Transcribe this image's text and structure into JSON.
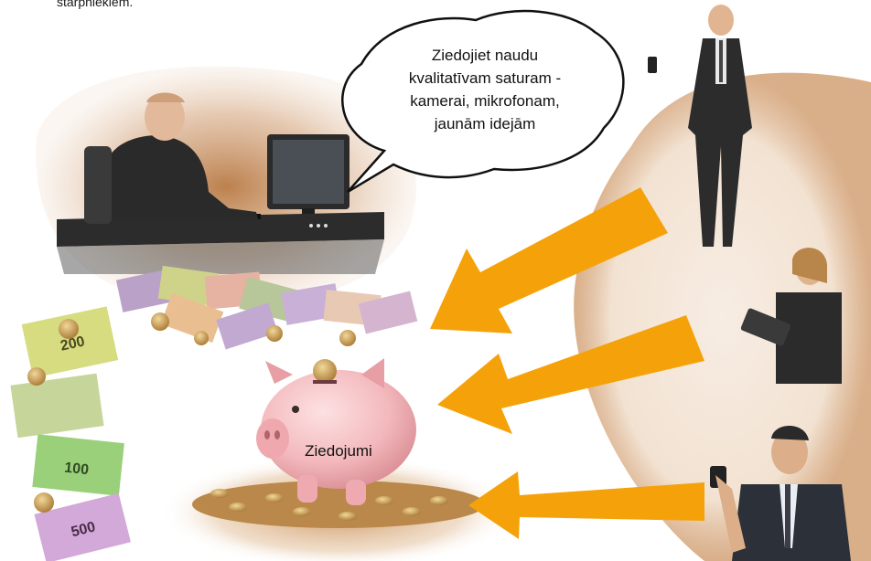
{
  "top_text": "starpniekiem.",
  "speech_bubble": {
    "lines": [
      "Ziedojiet naudu",
      "kvalitatīvam saturam -",
      "kamerai, mikrofonam,",
      "jaunām idejām"
    ]
  },
  "piggy_bank_label": "Ziedojumi",
  "banknotes": {
    "values": [
      "200",
      "100",
      "500"
    ]
  },
  "colors": {
    "arrow": "#f5a20a",
    "halo": "#b8825a",
    "piggy": "#f3b9bd",
    "coin": "#c89a4e"
  }
}
